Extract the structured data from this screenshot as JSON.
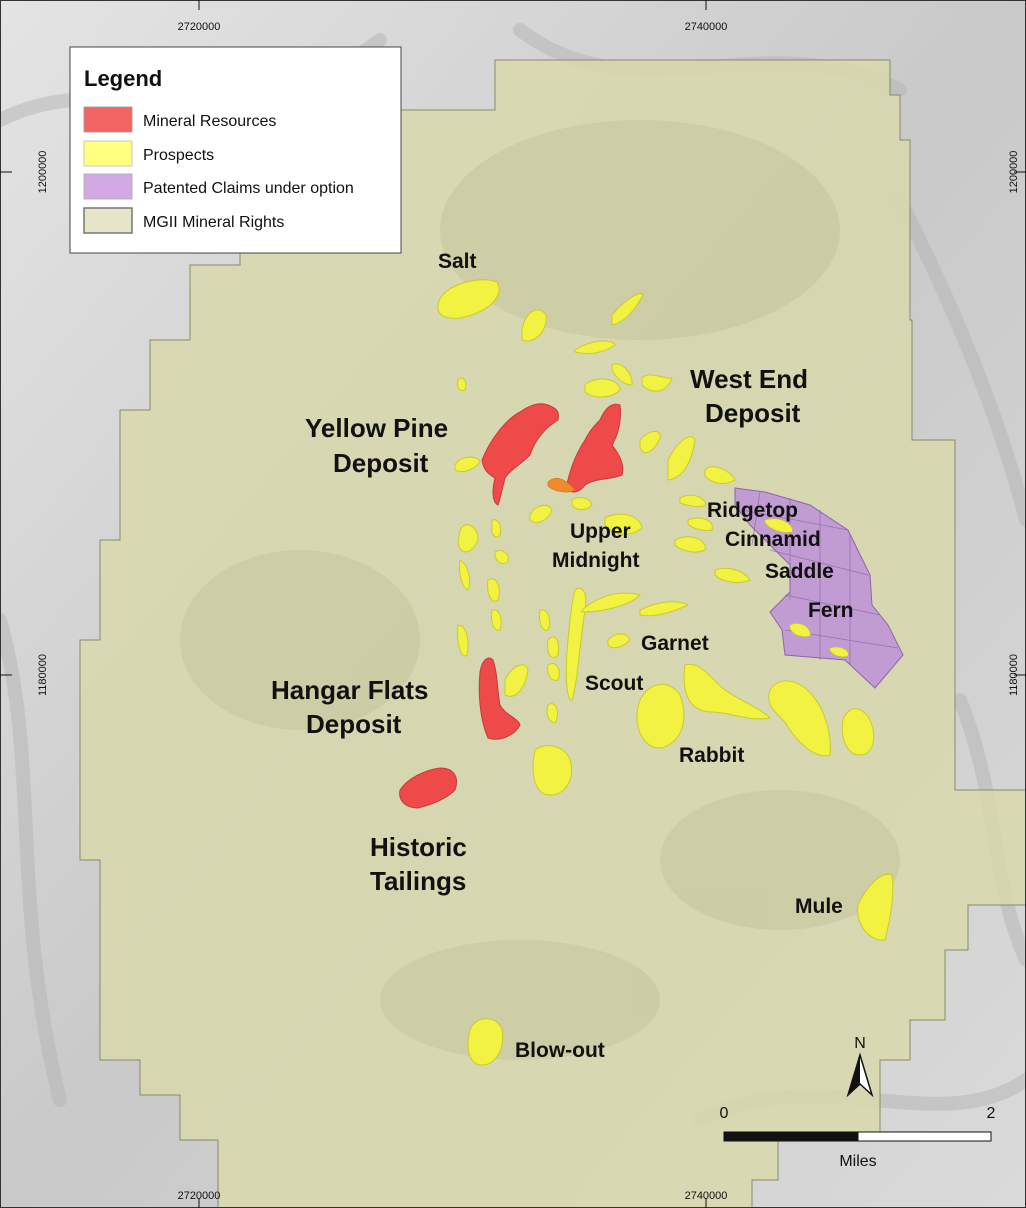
{
  "legend": {
    "title": "Legend",
    "items": [
      {
        "label": "Mineral Resources",
        "color": "#f26565"
      },
      {
        "label": "Prospects",
        "color": "#ffff80"
      },
      {
        "label": "Patented Claims under option",
        "color": "#d2a9e3"
      },
      {
        "label": "MGII Mineral Rights",
        "color": "#e6e5c8"
      }
    ]
  },
  "colors": {
    "mineral_rights": "#dcdcb4",
    "resources": "#ee4a4a",
    "prospects": "#f2f243",
    "claims": "#b98fd0",
    "hillshade_light": "#e6e6e6",
    "hillshade_dark": "#a8a8a8"
  },
  "grid": {
    "top": [
      "2720000",
      "2740000"
    ],
    "bottom": [
      "2720000",
      "2740000"
    ],
    "left": [
      "1200000",
      "1180000"
    ],
    "right": [
      "1200000",
      "1180000"
    ]
  },
  "labels": {
    "salt": "Salt",
    "west_end_1": "West End",
    "west_end_2": "Deposit",
    "yellow_pine_1": "Yellow Pine",
    "yellow_pine_2": "Deposit",
    "upper_1": "Upper",
    "upper_2": "Midnight",
    "ridgetop": "Ridgetop",
    "cinnamid": "Cinnamid",
    "saddle": "Saddle",
    "fern": "Fern",
    "garnet": "Garnet",
    "scout": "Scout",
    "hangar_1": "Hangar Flats",
    "hangar_2": "Deposit",
    "rabbit": "Rabbit",
    "historic_1": "Historic",
    "historic_2": "Tailings",
    "mule": "Mule",
    "blowout": "Blow-out"
  },
  "north_arrow": "N",
  "scale_bar": {
    "start": "0",
    "end": "2",
    "unit": "Miles"
  }
}
